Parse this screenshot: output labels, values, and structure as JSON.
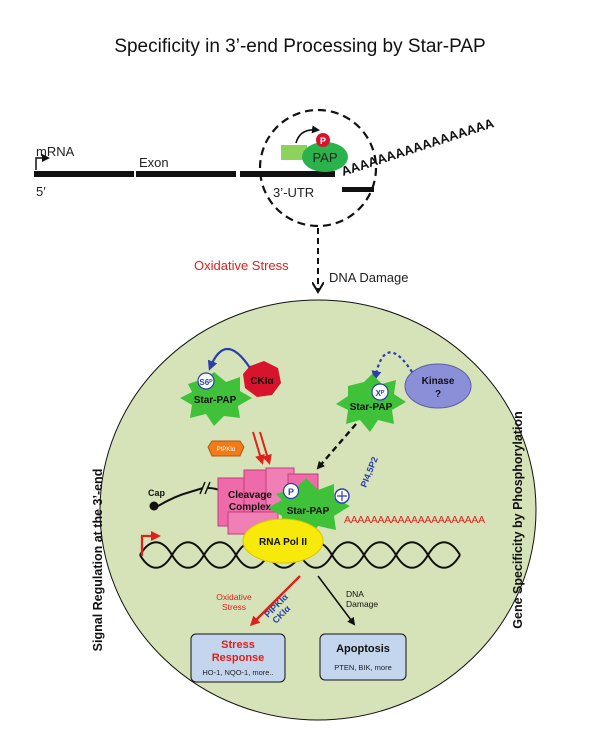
{
  "title": "Specificity in 3’-end Processing by Star-PAP",
  "top": {
    "mrna": "mrna",
    "mrna_label": "mRNA",
    "five_prime": "5′",
    "exon": "Exon",
    "utr": "3’-UTR",
    "pap": "PAP",
    "phospho": "P",
    "polya": "AAAAAAAAAAAAAAAAA"
  },
  "stimuli": {
    "oxidative": "Oxidative Stress",
    "dna_damage": "DNA Damage"
  },
  "side": {
    "left": "Signal Regulation at the 3’-end",
    "right": "Gene Specificity by Phosphorylation"
  },
  "cell": {
    "cki": "CKIα",
    "s6": "S6ᴾ",
    "star_pap": "Star-PAP",
    "kinase_line1": "Kinase",
    "kinase_line2": "?",
    "xp": "Xᴾ",
    "pipki": "PIPKIα",
    "pi45p2": "PI4,5P2",
    "cap": "Cap",
    "cleavage_line1": "Cleavage",
    "cleavage_line2": "Complex",
    "phospho": "P",
    "polya": "AAAAAAAAAAAAAAAAAAAAA",
    "rna_pol": "RNA Pol II",
    "ox_line1": "Oxidative",
    "ox_line2": "Stress",
    "pipk_arrow": "PIPKIα",
    "cki_arrow": "CKIα",
    "dna_line1": "DNA",
    "dna_line2": "Damage"
  },
  "outcomes": {
    "stress_title_1": "Stress",
    "stress_title_2": "Response",
    "stress_genes": "HO-1, NQO-1, more..",
    "apoptosis_title": "Apoptosis",
    "apoptosis_genes": "PTEN, BIK, more"
  },
  "colors": {
    "cell_fill": "#d6e3b8",
    "star_green": "#3fc23a",
    "red": "#e0201b",
    "blue": "#2a3fa8",
    "cki_red": "#d8142c",
    "kinase_purple": "#8b8fd8",
    "box_blue": "#c3d6ee",
    "pol_yellow": "#f7e90a",
    "cleavage_pink": "#ee6aa8"
  }
}
